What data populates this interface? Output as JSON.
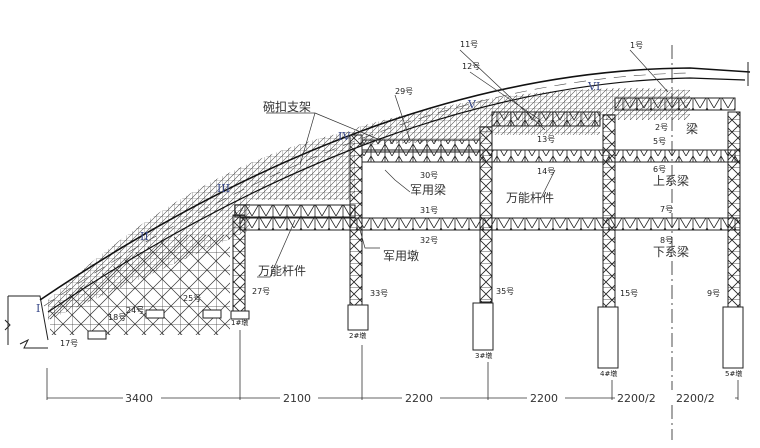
{
  "annotations": {
    "bowl_scaffold": "碗扣支架",
    "universal_members_left": "万能杆件",
    "universal_members_mid": "万能杆件",
    "military_beam": "军用梁",
    "military_pier": "军用墩",
    "beam": "梁",
    "upper_tie_beam": "上系梁",
    "lower_tie_beam": "下系梁"
  },
  "sections": [
    "I",
    "II",
    "III",
    "IV",
    "V",
    "VI"
  ],
  "members": {
    "m1": "1号",
    "m2": "2号",
    "m5": "5号",
    "m6": "6号",
    "m7": "7号",
    "m8": "8号",
    "m9": "9号",
    "m11": "11号",
    "m12": "12号",
    "m13": "13号",
    "m14": "14号",
    "m15": "15号",
    "m17": "17号",
    "m18": "18号",
    "m24": "24号",
    "m25": "25号",
    "m27": "27号",
    "m29": "29号",
    "m30": "30号",
    "m31": "31号",
    "m32": "32号",
    "m33": "33号",
    "m35": "35号"
  },
  "piers": [
    "1#墩",
    "2#墩",
    "3#墩",
    "4#墩",
    "5#墩"
  ],
  "dimensions": [
    "3400",
    "2100",
    "2200",
    "2200",
    "2200/2",
    "2200/2"
  ]
}
